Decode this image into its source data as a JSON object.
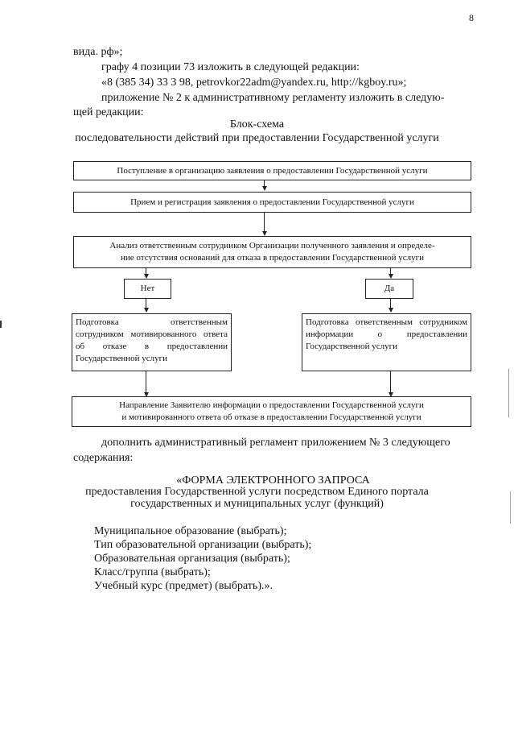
{
  "page_number": "8",
  "intro": {
    "line1": "вида. рф»;",
    "line2": "графу 4 позиции 73 изложить в следующей редакции:",
    "line3": "«8 (385 34) 33 3 98, petrovkor22adm@yandex.ru, http://kgboy.ru»;",
    "line4": "приложение № 2 к административному регламенту изложить в следую-",
    "line5": "щей редакции:"
  },
  "scheme": {
    "title": "Блок-схема",
    "subtitle": "последовательности действий при предоставлении Государственной услуги",
    "step1": "Поступление в организацию заявления о предоставлении Государственной услуги",
    "step2": "Прием и регистрация заявления о предоставлении Государственной услуги",
    "step3_line1": "Анализ ответственным сотрудником Организации полученного заявления и определе-",
    "step3_line2": "ние отсутствия оснований для отказа в предоставлении Государственной услуги",
    "no_label": "Нет",
    "yes_label": "Да",
    "no_action": "Подготовка ответственным сотрудником мотивированного ответа об отказе в предоставлении Государственной услуги",
    "yes_action": "Подготовка ответственным сотрудником информации о предоставлении Государственной услуги",
    "final_line1": "Направление Заявителю информации о предоставлении Государственной услуги",
    "final_line2": "и мотивированного ответа об отказе в предоставлении Государственной услуги"
  },
  "addition": {
    "line1": "дополнить административный регламент приложением № 3 следующего",
    "line2": "содержания:"
  },
  "form": {
    "title": "«ФОРМА ЭЛЕКТРОННОГО ЗАПРОСА",
    "subtitle1": "предоставления Государственной услуги посредством Единого портала",
    "subtitle2": "государственных и муниципальных услуг (функций)",
    "items": [
      "Муниципальное образование (выбрать);",
      "Тип образовательной организации (выбрать);",
      "Образовательная организация (выбрать);",
      "Класс/группа (выбрать);",
      "Учебный курс (предмет) (выбрать).»."
    ]
  }
}
